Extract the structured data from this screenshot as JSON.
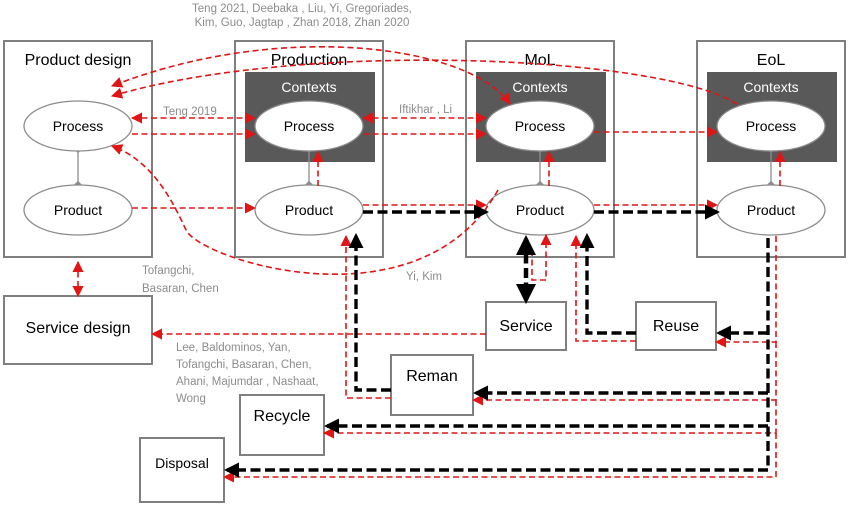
{
  "columns": {
    "product_design": "Product design",
    "production": "Production",
    "mol": "MoL",
    "eol": "EoL"
  },
  "contexts_label": "Contexts",
  "process_label": "Process",
  "product_label": "Product",
  "boxes": {
    "service_design": "Service design",
    "service": "Service",
    "reuse": "Reuse",
    "reman": "Reman",
    "recycle": "Recycle",
    "disposal": "Disposal"
  },
  "citations": {
    "top": [
      "Teng 2021, Deebaka , Liu, Yi, Gregoriades,",
      "Kim, Guo, Jagtap , Zhan 2018, Zhan 2020"
    ],
    "teng2019": "Teng 2019",
    "iftikhar": "Iftikhar , Li",
    "tofangchi": [
      "Tofangchi,",
      "Basaran, Chen"
    ],
    "yikim": "Yi, Kim",
    "lee": [
      "Lee, Baldominos, Yan,",
      "Tofangchi, Basaran, Chen,",
      "Ahani, Majumdar , Nashaat,",
      "Wong"
    ]
  },
  "colors": {
    "red_flow": "#e01515",
    "black_flow": "#000000",
    "contexts_fill": "#595959",
    "box_border": "#7f7f7f",
    "citation_text": "#8c8c8c"
  }
}
